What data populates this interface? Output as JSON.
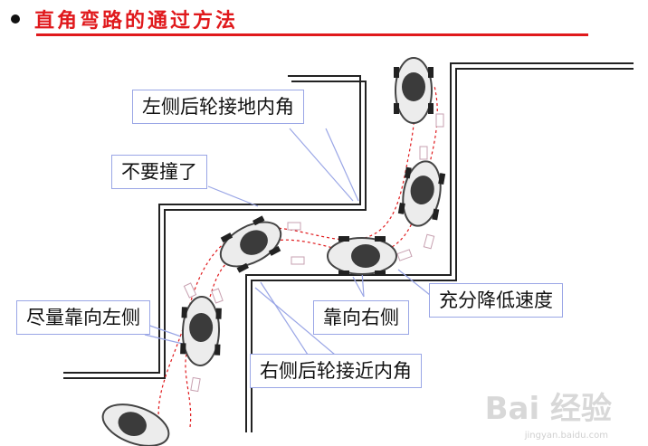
{
  "title": "直角弯路的通过方法",
  "callouts": {
    "left_rear_wheel": "左侧后轮接地内角",
    "dont_hit": "不要撞了",
    "keep_left": "尽量靠向左侧",
    "lean_right": "靠向右侧",
    "slow_down": "充分降低速度",
    "right_rear_wheel": "右侧后轮接近内角"
  },
  "watermark": {
    "brand": "Bai 经验",
    "url": "jingyan.baidu.com"
  },
  "colors": {
    "title": "#e0191c",
    "callout_border": "#9aa6e6",
    "track": "#e0191c"
  }
}
